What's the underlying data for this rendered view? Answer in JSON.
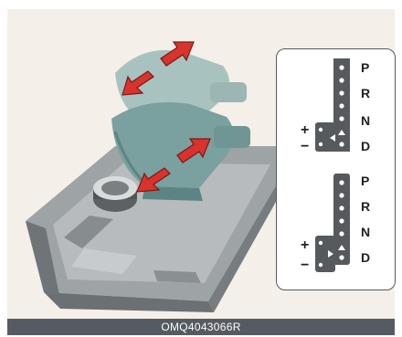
{
  "caption": "OMQ4043066R",
  "diagram_upper": {
    "positions": [
      "P",
      "R",
      "N",
      "D"
    ],
    "manual_plus": "+",
    "manual_minus": "−"
  },
  "diagram_lower": {
    "positions": [
      "P",
      "R",
      "N",
      "D"
    ],
    "manual_plus": "+",
    "manual_minus": "−"
  },
  "colors": {
    "background": "#f4efe8",
    "arrow": "#d8332d",
    "lever": "#7fa3a2",
    "console": "#8c9194",
    "caption_bar": "#555b61"
  }
}
